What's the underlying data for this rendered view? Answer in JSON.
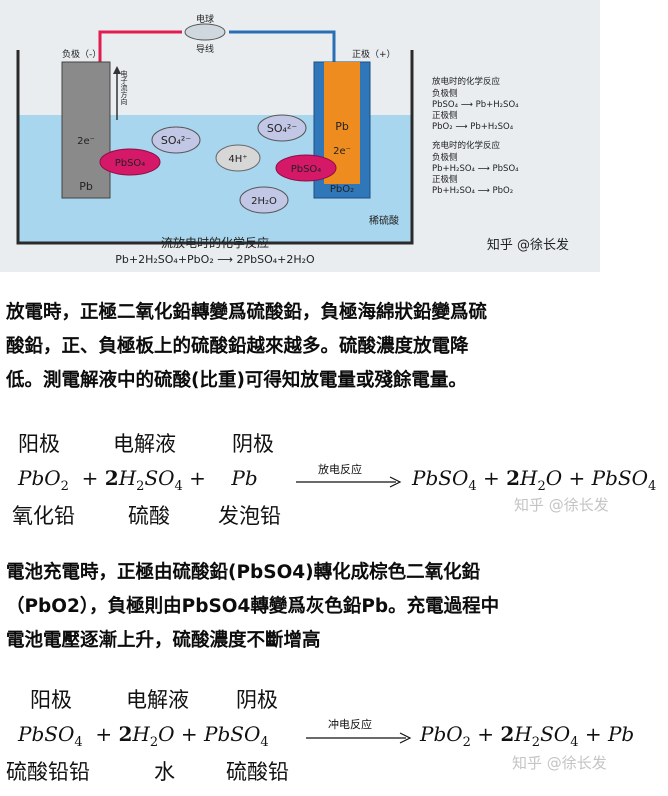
{
  "diagram": {
    "load_label": "电球",
    "wire_label": "导线",
    "neg_label": "负极（-）",
    "pos_label": "正极（+）",
    "electron_dir": "电子流方向",
    "so4_1": "SO₄²⁻",
    "so4_2": "SO₄²⁻",
    "h_ion": "4H⁺",
    "water": "2H₂O",
    "electron_left": "2e⁻",
    "electron_right": "2e⁻",
    "pbso4_left": "PbSO₄",
    "pbso4_right": "PbSO₄",
    "pb_plate": "Pb",
    "pb_label": "Pb",
    "pbo2_label": "PbO₂",
    "electrolyte": "稀硫酸",
    "bottom_title": "流放电时的化学反应",
    "bottom_eq": "Pb+2H₂SO₄+PbO₂ ⟶ 2PbSO₄+2H₂O",
    "watermark": "知乎 @徐长发",
    "side_lines": [
      "放电时的化学反应",
      "负极侧",
      "PbSO₄ ⟶ Pb+H₂SO₄",
      "正极侧",
      "PbO₂ ⟶ Pb+H₂SO₄",
      "充电时的化学反应",
      "负极侧",
      "Pb+H₂SO₄ ⟶ PbSO₄",
      "正极侧",
      "Pb+H₂SO₄ ⟶ PbO₂"
    ]
  },
  "para1": {
    "lines": [
      "放電時，正極二氧化鉛轉變爲硫酸鉛，負極海綿狀鉛變爲硫",
      "酸鉛，正、負極板上的硫酸鉛越來越多。硫酸濃度放電降",
      "低。測電解液中的硫酸(比重)可得知放電量或殘餘電量。"
    ]
  },
  "eq1": {
    "labels_top": [
      "阳极",
      "电解液",
      "阴极"
    ],
    "cond": "放电反应",
    "labels_bottom": [
      "氧化铅",
      "硫酸",
      "发泡铅"
    ],
    "watermark": "知乎 @徐长发"
  },
  "para2": {
    "lines": [
      "電池充電時，正極由硫酸鉛(PbSO4)轉化成棕色二氧化鉛",
      "（PbO2），負極則由PbSO4轉變爲灰色鉛Pb。充電過程中",
      "電池電壓逐漸上升，硫酸濃度不斷增高"
    ]
  },
  "eq2": {
    "labels_top": [
      "阳极",
      "电解液",
      "阴极"
    ],
    "cond": "冲电反应",
    "labels_bottom": [
      "硫酸铅铅",
      "水",
      "硫酸铅"
    ],
    "watermark": "知乎 @徐长发"
  }
}
